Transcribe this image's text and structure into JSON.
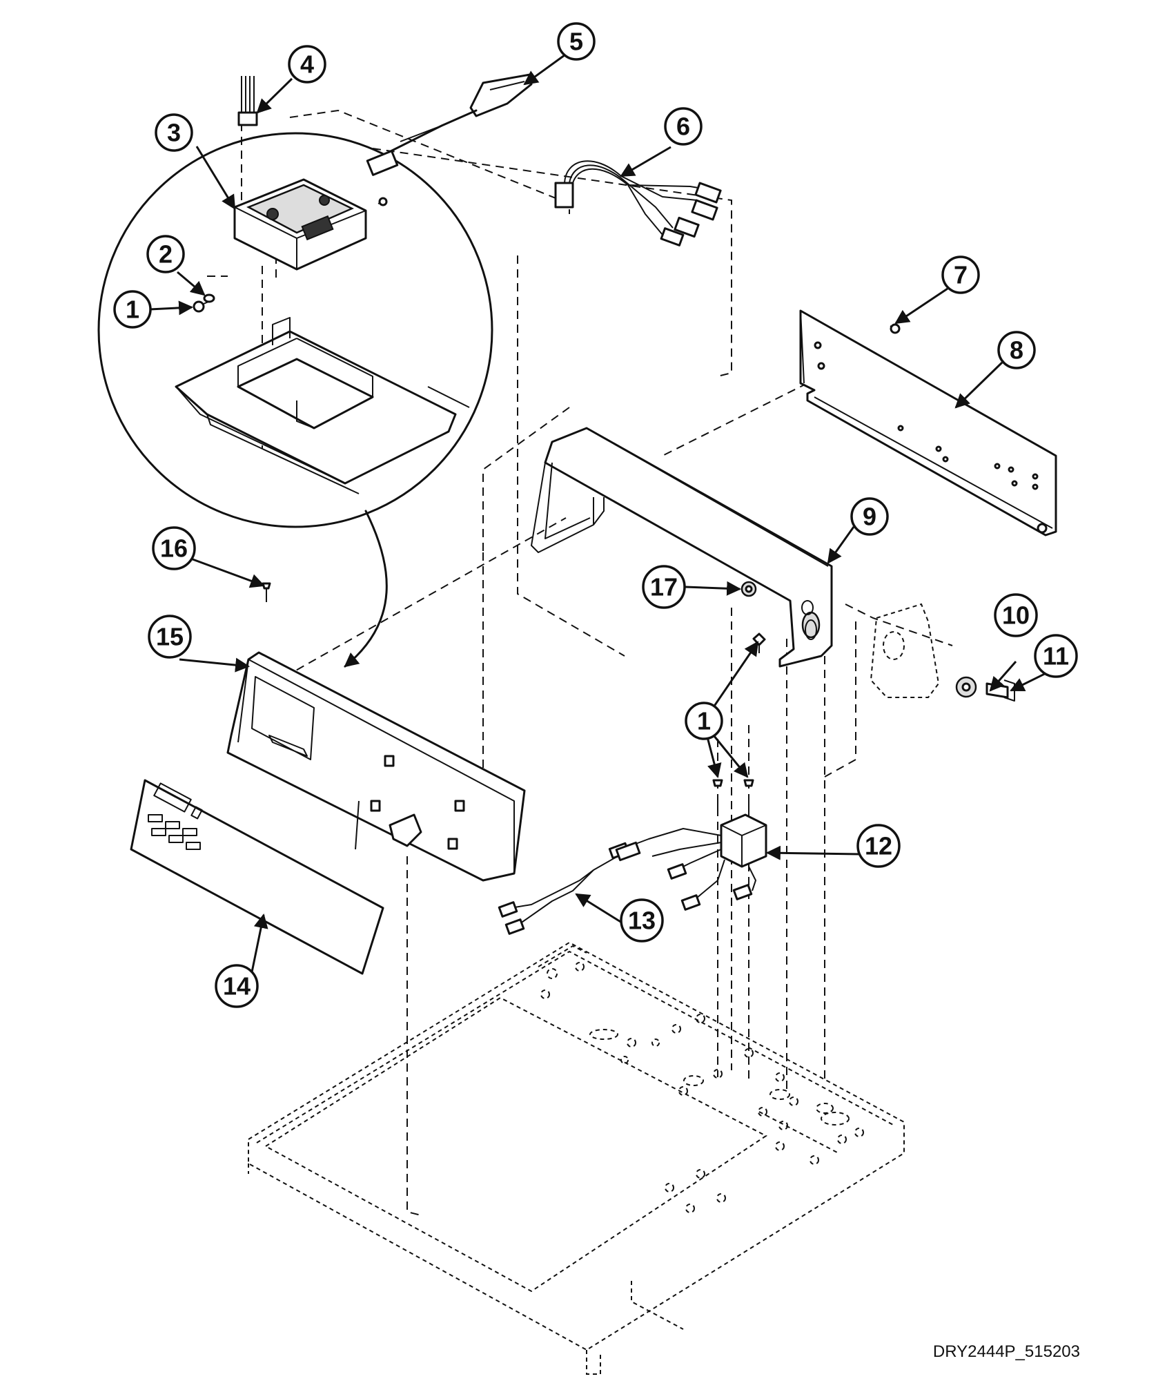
{
  "drawing_code": "DRY2444P_515203",
  "callouts": [
    "1",
    "2",
    "3",
    "4",
    "5",
    "6",
    "7",
    "8",
    "9",
    "10",
    "11",
    "12",
    "13",
    "14",
    "15",
    "16",
    "17",
    "1"
  ]
}
